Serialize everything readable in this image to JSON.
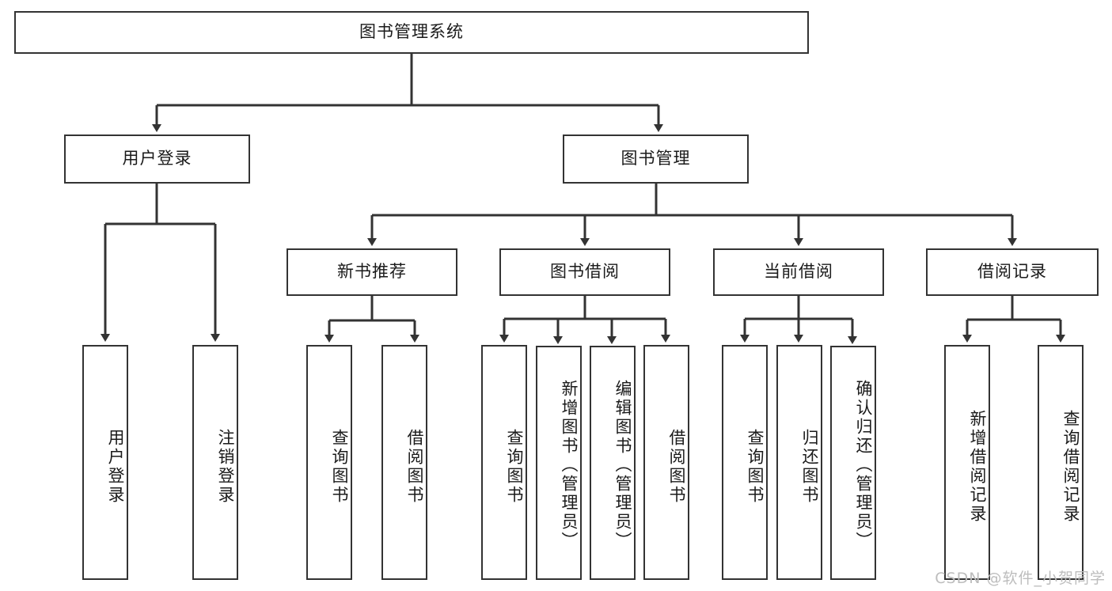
{
  "diagram": {
    "title": "图书管理系统",
    "type": "hierarchy-tree",
    "root": {
      "label": "图书管理系统"
    },
    "level1": [
      {
        "label": "用户登录"
      },
      {
        "label": "图书管理"
      }
    ],
    "level2": [
      {
        "label": "新书推荐"
      },
      {
        "label": "图书借阅"
      },
      {
        "label": "当前借阅"
      },
      {
        "label": "借阅记录"
      }
    ],
    "leaves": {
      "user_login": [
        {
          "label": "用户登录"
        },
        {
          "label": "注销登录"
        }
      ],
      "new_book_recommend": [
        {
          "label": "查询图书"
        },
        {
          "label": "借阅图书"
        }
      ],
      "book_borrow": [
        {
          "label": "查询图书"
        },
        {
          "label": "新增图书（管理员）"
        },
        {
          "label": "编辑图书（管理员）"
        },
        {
          "label": "借阅图书"
        }
      ],
      "current_borrow": [
        {
          "label": "查询图书"
        },
        {
          "label": "归还图书"
        },
        {
          "label": "确认归还（管理员）"
        }
      ],
      "borrow_record": [
        {
          "label": "新增借阅记录"
        },
        {
          "label": "查询借阅记录"
        }
      ]
    }
  },
  "watermark": {
    "text": "CSDN @软件_小贺同学"
  },
  "colors": {
    "stroke": "#333333",
    "box_fill": "#ffffff",
    "text": "#1a1a1a",
    "watermark": "#bdbdbd"
  }
}
